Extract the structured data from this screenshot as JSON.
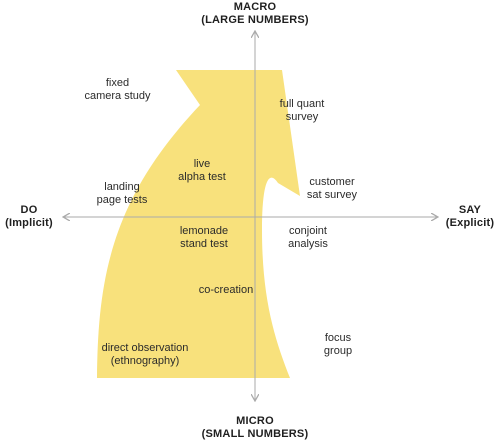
{
  "axes": {
    "top": {
      "line1": "MACRO",
      "line2": "(LARGE NUMBERS)"
    },
    "bottom": {
      "line1": "MICRO",
      "line2": "(SMALL NUMBERS)"
    },
    "left": {
      "line1": "DO",
      "line2": "(Implicit)"
    },
    "right": {
      "line1": "SAY",
      "line2": "(Explicit)"
    }
  },
  "items": {
    "fixed_camera_study": {
      "line1": "fixed",
      "line2": "camera study"
    },
    "full_quant_survey": {
      "line1": "full quant",
      "line2": "survey"
    },
    "live_alpha_test": {
      "line1": "live",
      "line2": "alpha test"
    },
    "landing_page_tests": {
      "line1": "landing",
      "line2": "page tests"
    },
    "customer_sat_survey": {
      "line1": "customer",
      "line2": "sat survey"
    },
    "lemonade_stand_test": {
      "line1": "lemonade",
      "line2": "stand test"
    },
    "conjoint_analysis": {
      "line1": "conjoint",
      "line2": "analysis"
    },
    "co_creation": {
      "line1": "co-creation"
    },
    "direct_observation": {
      "line1": "direct observation",
      "line2": "(ethnography)"
    },
    "focus_group": {
      "line1": "focus",
      "line2": "group"
    }
  },
  "colors": {
    "arrow_fill": "#f8e17c",
    "axis_line": "#aaaaaa",
    "text": "#2b2b2b"
  }
}
